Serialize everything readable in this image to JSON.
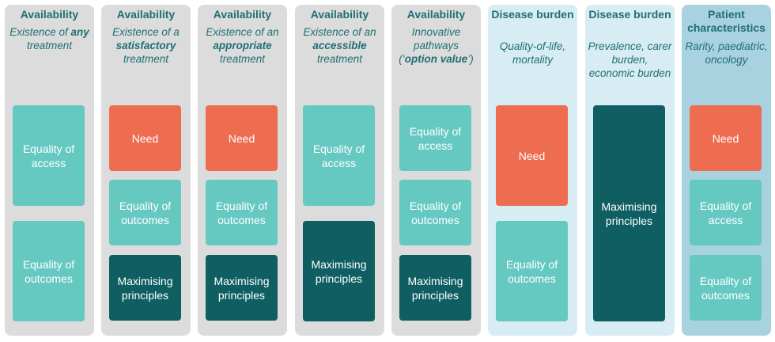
{
  "columns": [
    {
      "category": "availability",
      "title": "Availability",
      "subtitle": [
        {
          "text": "Existence of ",
          "bold": false
        },
        {
          "text": "any",
          "bold": true
        },
        {
          "text": " treatment",
          "bold": false
        }
      ],
      "boxes": [
        {
          "type": "equality",
          "label": "Equality of access"
        },
        {
          "type": "equality",
          "label": "Equality of outcomes"
        }
      ]
    },
    {
      "category": "availability",
      "title": "Availability",
      "subtitle": [
        {
          "text": "Existence of a ",
          "bold": false
        },
        {
          "text": "satisfactory",
          "bold": true
        },
        {
          "text": " treatment",
          "bold": false
        }
      ],
      "boxes": [
        {
          "type": "need",
          "label": "Need"
        },
        {
          "type": "equality",
          "label": "Equality of outcomes"
        },
        {
          "type": "maximising",
          "label": "Maximising principles"
        }
      ]
    },
    {
      "category": "availability",
      "title": "Availability",
      "subtitle": [
        {
          "text": "Existence of an ",
          "bold": false
        },
        {
          "text": "appropriate",
          "bold": true
        },
        {
          "text": " treatment",
          "bold": false
        }
      ],
      "boxes": [
        {
          "type": "need",
          "label": "Need"
        },
        {
          "type": "equality",
          "label": "Equality of outcomes"
        },
        {
          "type": "maximising",
          "label": "Maximising principles"
        }
      ]
    },
    {
      "category": "availability",
      "title": "Availability",
      "subtitle": [
        {
          "text": "Existence of an ",
          "bold": false
        },
        {
          "text": "accessible",
          "bold": true
        },
        {
          "text": " treatment",
          "bold": false
        }
      ],
      "boxes": [
        {
          "type": "equality",
          "label": "Equality of access"
        },
        {
          "type": "maximising",
          "label": "Maximising principles"
        }
      ]
    },
    {
      "category": "availability",
      "title": "Availability",
      "subtitle": [
        {
          "text": "Innovative pathways (‘",
          "bold": false
        },
        {
          "text": "option value",
          "bold": true
        },
        {
          "text": "’)",
          "bold": false
        }
      ],
      "boxes": [
        {
          "type": "equality",
          "label": "Equality of access"
        },
        {
          "type": "equality",
          "label": "Equality of outcomes"
        },
        {
          "type": "maximising",
          "label": "Maximising principles"
        }
      ]
    },
    {
      "category": "burden",
      "title": "Disease burden",
      "subtitle": [
        {
          "text": "Quality-of-life, mortality",
          "bold": false
        }
      ],
      "boxes": [
        {
          "type": "need",
          "label": "Need"
        },
        {
          "type": "equality",
          "label": "Equality of outcomes"
        }
      ]
    },
    {
      "category": "burden",
      "title": "Disease burden",
      "subtitle": [
        {
          "text": "Prevalence, carer burden, economic burden",
          "bold": false
        }
      ],
      "boxes": [
        {
          "type": "maximising",
          "label": "Maximising principles"
        }
      ]
    },
    {
      "category": "patient",
      "title": "Patient characteristics",
      "subtitle": [
        {
          "text": "Rarity, paediatric, oncology",
          "bold": false
        }
      ],
      "boxes": [
        {
          "type": "need",
          "label": "Need"
        },
        {
          "type": "equality",
          "label": "Equality of access"
        },
        {
          "type": "equality",
          "label": "Equality of outcomes"
        }
      ]
    }
  ],
  "colors": {
    "need": "#ee6d51",
    "equality": "#65c9c2",
    "maximising": "#0f5f62",
    "availability_bg": "#dcdcdc",
    "burden_bg": "#d8ecf3",
    "patient_bg": "#a9d2e1",
    "heading_text": "#1f6f73"
  }
}
